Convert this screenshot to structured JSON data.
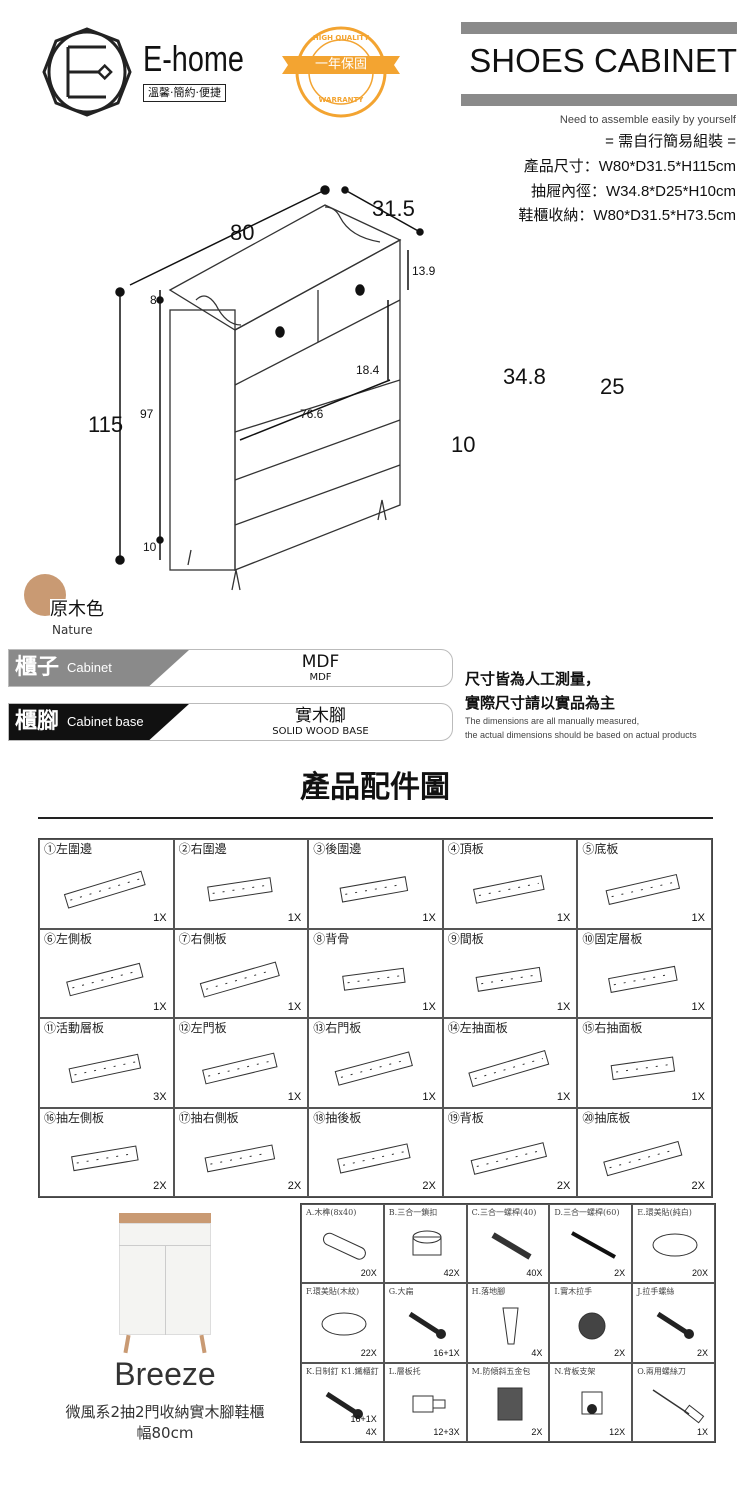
{
  "brand": {
    "name": "E-home",
    "tagline": "溫馨·簡約·便捷"
  },
  "badge": {
    "text": "一年保固",
    "ring_top": "HIGH QUALITY",
    "ring_bottom": "WARRANTY",
    "color": "#f3a431"
  },
  "header": {
    "title": "SHOES CABINET",
    "assemble_en": "Need to assemble easily by yourself",
    "assemble_zh": "= 需自行簡易組裝 =",
    "specs": [
      "產品尺寸：W80*D31.5*H115cm",
      "抽屜內徑：W34.8*D25*H10cm",
      "鞋櫃收納：W80*D31.5*H73.5cm"
    ]
  },
  "dimensions": {
    "width": "80",
    "depth": "31.5",
    "drawer_h": "13.9",
    "top_rail": "8",
    "total_h": "115",
    "body_h": "97",
    "leg_h": "10",
    "shelf_gap": "18.4",
    "inner_w": "76.6",
    "drawer_w": "34.8",
    "drawer_d": "25",
    "drawer_inner_h": "10"
  },
  "color": {
    "zh": "原木色",
    "en": "Nature",
    "swatch": "#c99a73"
  },
  "materials": [
    {
      "zh": "櫃子",
      "en": "Cabinet",
      "value": "MDF",
      "sub": "MDF",
      "bg": "#8a8a8a"
    },
    {
      "zh": "櫃腳",
      "en": "Cabinet base",
      "value": "實木腳",
      "sub": "SOLID WOOD BASE",
      "bg": "#111111"
    }
  ],
  "note": {
    "zh1": "尺寸皆為人工測量，",
    "zh2": "實際尺寸請以實品為主",
    "en1": "The dimensions are all manually measured,",
    "en2": "the actual dimensions should be based on actual products"
  },
  "parts_title": "產品配件圖",
  "parts": [
    {
      "label": "①左圍邊",
      "qty": "1X"
    },
    {
      "label": "②右圍邊",
      "qty": "1X"
    },
    {
      "label": "③後圍邊",
      "qty": "1X"
    },
    {
      "label": "④頂板",
      "qty": "1X"
    },
    {
      "label": "⑤底板",
      "qty": "1X"
    },
    {
      "label": "⑥左側板",
      "qty": "1X"
    },
    {
      "label": "⑦右側板",
      "qty": "1X"
    },
    {
      "label": "⑧背骨",
      "qty": "1X"
    },
    {
      "label": "⑨間板",
      "qty": "1X"
    },
    {
      "label": "⑩固定層板",
      "qty": "1X"
    },
    {
      "label": "⑪活動層板",
      "qty": "3X"
    },
    {
      "label": "⑫左門板",
      "qty": "1X"
    },
    {
      "label": "⑬右門板",
      "qty": "1X"
    },
    {
      "label": "⑭左抽面板",
      "qty": "1X"
    },
    {
      "label": "⑮右抽面板",
      "qty": "1X"
    },
    {
      "label": "⑯抽左側板",
      "qty": "2X"
    },
    {
      "label": "⑰抽右側板",
      "qty": "2X"
    },
    {
      "label": "⑱抽後板",
      "qty": "2X"
    },
    {
      "label": "⑲背板",
      "qty": "2X"
    },
    {
      "label": "⑳抽底板",
      "qty": "2X"
    }
  ],
  "hardware": [
    {
      "label": "A.木榫(8x40)",
      "qty": "20X",
      "icon": "dowel"
    },
    {
      "label": "B.三合一鎖扣",
      "qty": "42X",
      "icon": "cam-lock"
    },
    {
      "label": "C.三合一螺桿(40)",
      "qty": "40X",
      "icon": "cam-bolt"
    },
    {
      "label": "D.三合一螺桿(60)",
      "qty": "2X",
      "icon": "cam-bolt-long"
    },
    {
      "label": "E.環美貼(純白)",
      "qty": "20X",
      "icon": "cover-cap"
    },
    {
      "label": "F.環美貼(木紋)",
      "qty": "22X",
      "icon": "cover-cap"
    },
    {
      "label": "G.大扁",
      "qty": "16+1X",
      "icon": "screw"
    },
    {
      "label": "H.落地腳",
      "qty": "4X",
      "icon": "leg"
    },
    {
      "label": "I.實木拉手",
      "qty": "2X",
      "icon": "knob"
    },
    {
      "label": "J.拉手螺絲",
      "qty": "2X",
      "icon": "screw"
    },
    {
      "label": "K.日制釘 K1.鐵櫃釘",
      "qty": "16+1X",
      "qty2": "4X",
      "icon": "screw"
    },
    {
      "label": "L.層板托",
      "qty": "12+3X",
      "icon": "shelf-pin"
    },
    {
      "label": "M.防傾斜五金包",
      "qty": "2X",
      "icon": "bag"
    },
    {
      "label": "N.背板支架",
      "qty": "12X",
      "icon": "bracket"
    },
    {
      "label": "O.兩用螺絲刀",
      "qty": "1X",
      "icon": "screwdriver"
    }
  ],
  "product": {
    "name": "Breeze",
    "desc": "微風系2抽2門收納實木腳鞋櫃",
    "size": "幅80cm"
  }
}
